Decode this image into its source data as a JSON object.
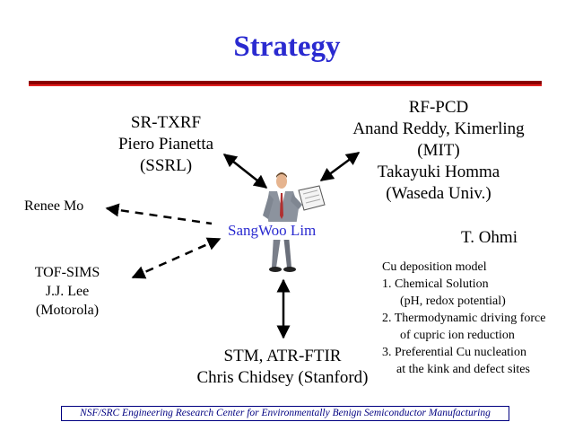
{
  "title": "Strategy",
  "center": {
    "name": "SangWoo Lim"
  },
  "sr_txrf": {
    "line1": "SR-TXRF",
    "line2": "Piero Pianetta",
    "line3": "(SSRL)"
  },
  "rf_pcd": {
    "line1": "RF-PCD",
    "line2": "Anand Reddy, Kimerling",
    "line3": "(MIT)",
    "line4": "Takayuki Homma",
    "line5": "(Waseda Univ.)"
  },
  "renee": {
    "name": "Renee Mo"
  },
  "tof_sims": {
    "line1": "TOF-SIMS",
    "line2": "J.J. Lee",
    "line3": "(Motorola)"
  },
  "ohmi": {
    "name": "T. Ohmi"
  },
  "cu_model": {
    "heading": "Cu deposition model",
    "items": [
      {
        "line1": "1. Chemical Solution",
        "line2": "(pH, redox potential)"
      },
      {
        "line1": "2. Thermodynamic driving force",
        "line2": "of cupric ion reduction"
      },
      {
        "line1": "3. Preferential Cu nucleation",
        "line2": "at the kink and defect sites"
      }
    ]
  },
  "stm": {
    "line1": "STM, ATR-FTIR",
    "line2": "Chris Chidsey (Stanford)"
  },
  "footer": {
    "text": "NSF/SRC Engineering Research Center for Environmentally Benign Semiconductor Manufacturing"
  },
  "colors": {
    "title": "#2a2ad0",
    "rule": "#e02020",
    "footer": "#000080"
  }
}
